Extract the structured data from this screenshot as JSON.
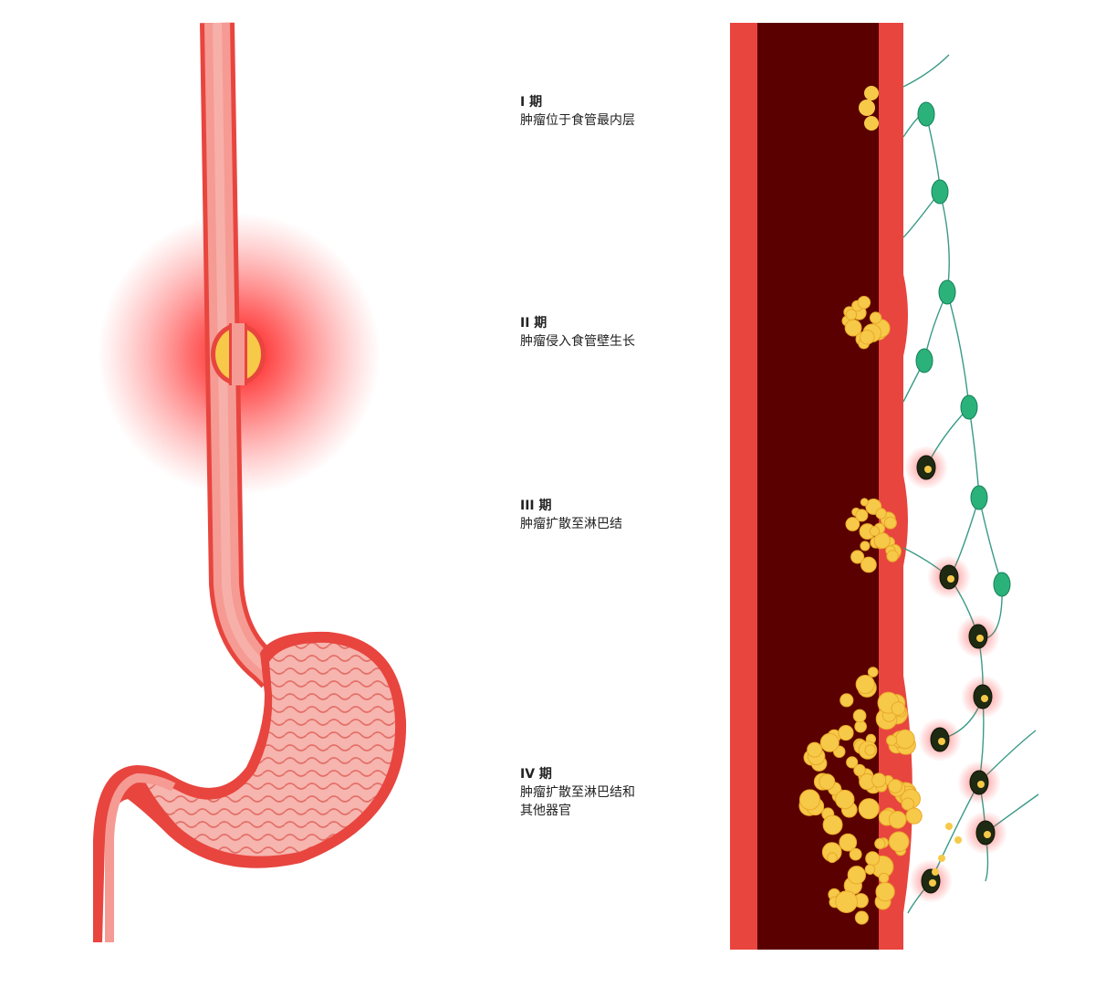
{
  "stages": [
    {
      "title": "I 期",
      "desc": "肿瘤位于食管最内层"
    },
    {
      "title": "II 期",
      "desc": "肿瘤侵入食管壁生长"
    },
    {
      "title": "III 期",
      "desc": "肿瘤扩散至淋巴结"
    },
    {
      "title": "IV 期",
      "desc": "肿瘤扩散至淋巴结和\n其他器官"
    }
  ],
  "colors": {
    "wall_outer": "#e8453f",
    "wall_inner": "#5a0000",
    "tumor": "#f7c948",
    "lymph_node": "#2bb27a",
    "glow": "#ff2020"
  }
}
